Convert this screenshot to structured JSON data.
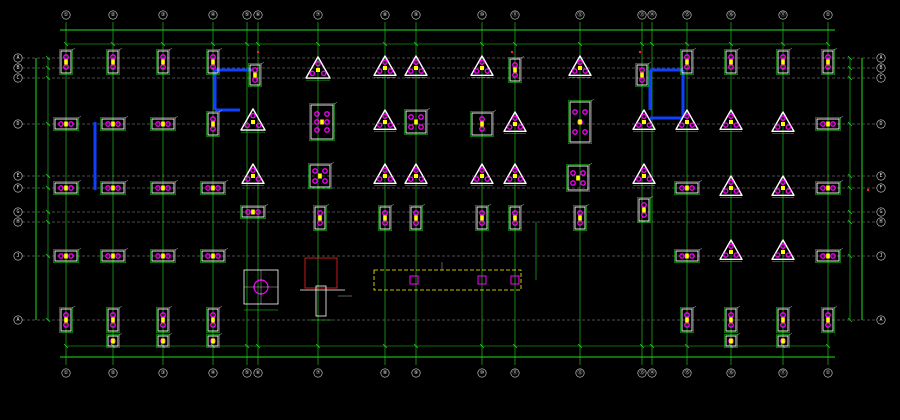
{
  "drawing": {
    "background": "#000000",
    "colors": {
      "axis_line": "#20e020",
      "dim_line": "#20d020",
      "grid_dash": "#9a9a9a",
      "footing_outline": "#ffffff",
      "pile": "#ff00ff",
      "tie_beam": "#1040ff",
      "column": "#ffff00",
      "accent_red": "#ff2020",
      "text": "#e8e8e8"
    },
    "icons": [
      "axis-bubble",
      "pile-cap-triangle",
      "pile-cap-rect",
      "pile-cap-square",
      "tie-beam",
      "section-detail"
    ],
    "axis_labels": {
      "top": [
        "①",
        "②",
        "③",
        "④",
        "⑤",
        "⑥",
        "⑦",
        "⑧",
        "⑨",
        "⑩",
        "⑪",
        "⑫",
        "⑬",
        "⑭",
        "⑮",
        "⑯",
        "⑰"
      ],
      "left": [
        "A",
        "B",
        "C",
        "D",
        "E",
        "F",
        "G",
        "H",
        "J"
      ]
    },
    "legend": {
      "title": "",
      "lines": []
    }
  }
}
